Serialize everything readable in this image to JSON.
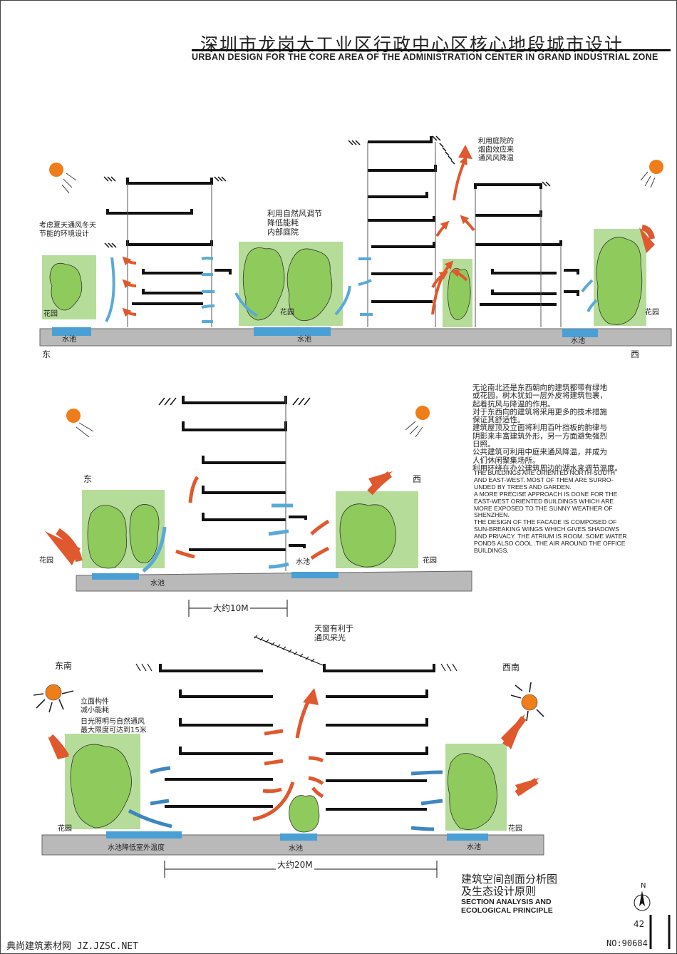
{
  "header": {
    "title_cn": "深圳市龙岗大工业区行政中心区核心地段城市设计",
    "title_en": "URBAN DESIGN FOR THE CORE AREA OF THE ADMINISTRATION CENTER IN GRAND INDUSTRIAL ZONE"
  },
  "section1": {
    "note_left": [
      "考虑夏天通风冬天",
      "节能的环境设计"
    ],
    "note_center": [
      "利用自然风调节",
      "降低能耗",
      "内部庭院"
    ],
    "note_right": [
      "利用庭院的",
      "烟囱效应来",
      "通风风降温"
    ],
    "garden": "花园",
    "pool": "水池",
    "east": "东",
    "west": "西"
  },
  "section2": {
    "east": "东",
    "west": "西",
    "garden": "花园",
    "pool": "水池",
    "dimension": "大约10M"
  },
  "notes_cn": [
    "无论南北还是东西朝向的建筑都带有绿地",
    "或花园，树木犹如一层外皮将建筑包裹，",
    "起着抗风与降温的作用。",
    "对于东西向的建筑将采用更多的技术措施",
    "保证其舒适性。",
    "建筑屋顶及立面将利用百叶挡板的韵律与",
    "阴影来丰富建筑外形，另一方面避免强烈",
    "日照。",
    "公共建筑可利用中庭来通风降温，并成为",
    "人们休闲聚集场所。",
    "利用环绕在办公建筑周边的湖水来调节温度。"
  ],
  "notes_en": [
    "THE BUILDINGS ARE ORIENTED NORTH-SOUTH",
    "AND EAST-WEST. MOST OF THEM ARE SURRO-",
    "UNDED BY TREES AND GARDEN.",
    "A MORE PRECISE APPROACH IS DONE FOR THE",
    "EAST-WEST ORIENTED BUILDINGS WHICH ARE",
    "MORE EXPOSED TO THE SUNNY WEATHER OF",
    "SHENZHEN.",
    "THE DESIGN OF THE FACADE IS COMPOSED OF",
    "SUN-BREAKING WINGS WHICH GIVES SHADOWS",
    "AND PRIVACY. THE ATRIUM IS ROOM. SOME WATER",
    "PONDS ALSO COOL .THE AIR AROUND THE OFFICE",
    "BUILDINGS."
  ],
  "section3": {
    "southeast": "东南",
    "southwest": "西南",
    "skylight": [
      "天窗有利于",
      "通风采光"
    ],
    "facade_note": [
      "立面构件",
      "减小能耗"
    ],
    "light_note": [
      "日光照明与自然通风",
      "最大限度可达到15米"
    ],
    "garden": "花园",
    "pool_left": "水池降低室外温度",
    "pool": "水池",
    "dimension": "大约20M"
  },
  "footer": {
    "section_title_cn": [
      "建筑空间剖面分析图",
      "及生态设计原则"
    ],
    "section_title_en": [
      "SECTION ANALYSIS AND",
      "ECOLOGICAL PRINCIPLE"
    ],
    "north": "N",
    "page_number": "42",
    "watermark_left": "典尚建筑素材网 JZ.JZSC.NET",
    "watermark_right": "NO:90684"
  },
  "colors": {
    "green_box": "#b6dc9a",
    "tree": "#8ecb5c",
    "water": "#4a9fd4",
    "ground": "#b9b9b9",
    "warm_arrow": "#e0582e",
    "cool_arrow": "#5aa9d8",
    "sun": "#ef7d1a"
  }
}
